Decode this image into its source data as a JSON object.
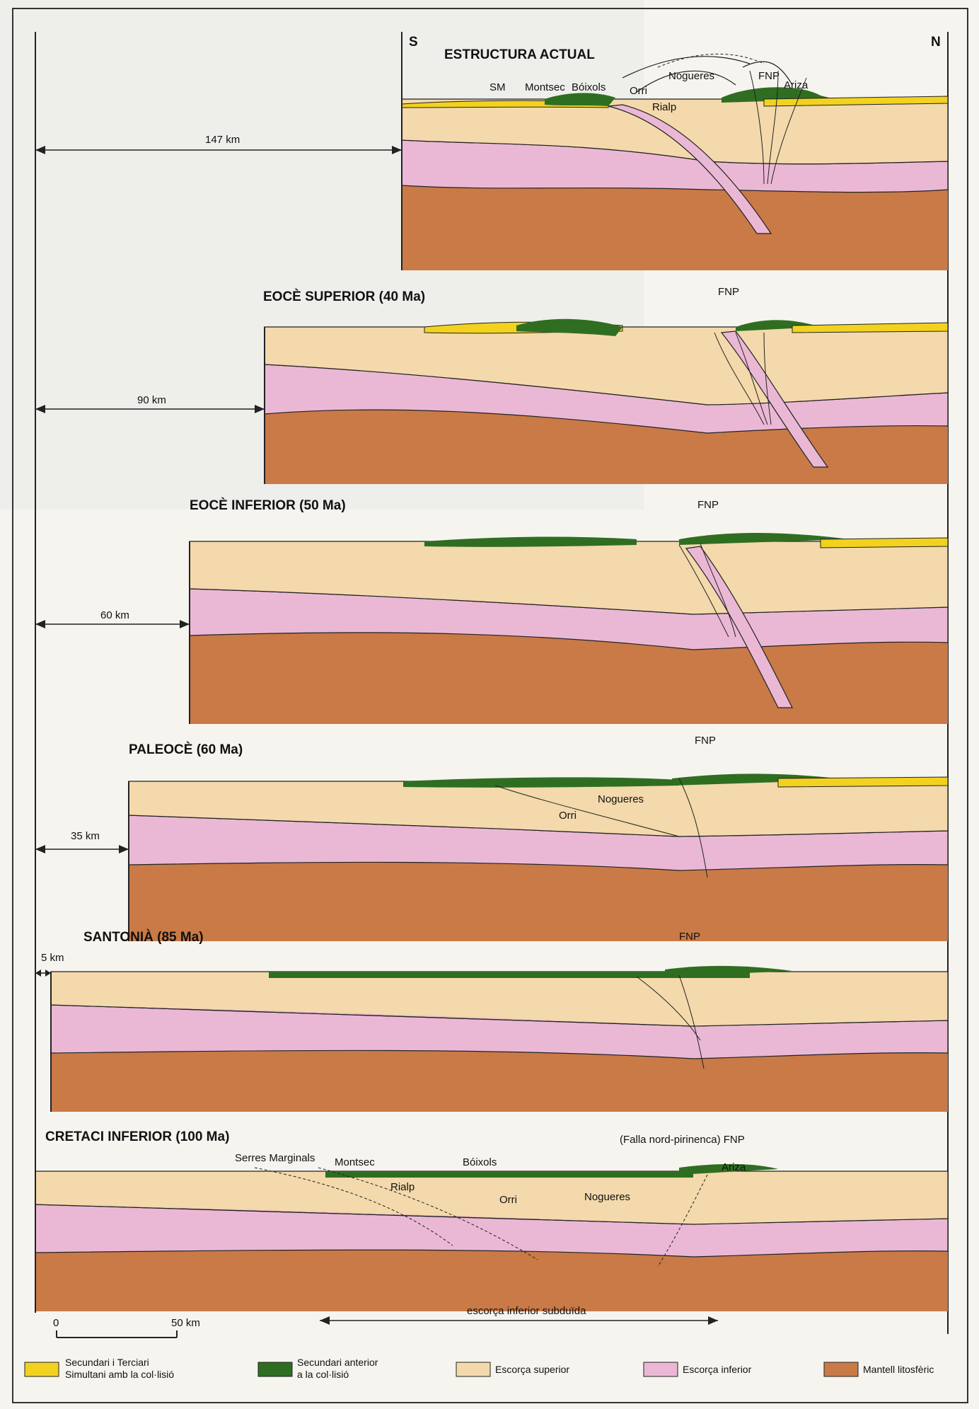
{
  "colors": {
    "yellow": "#f2d21f",
    "green": "#2f6e21",
    "upper_crust": "#f3d9ab",
    "lower_crust": "#eab8d5",
    "mantle": "#c97a47",
    "frame": "#222222",
    "page_bg": "#f4f1eb"
  },
  "compass": {
    "south": "S",
    "north": "N"
  },
  "sections": [
    {
      "title": "ESTRUCTURA ACTUAL",
      "shortening": "147 km",
      "labels": [
        "SM",
        "Montsec",
        "Bóixols",
        "Orri",
        "Rialp",
        "Nogueres",
        "FNP",
        "Ariza"
      ]
    },
    {
      "title": "EOCÈ SUPERIOR (40 Ma)",
      "shortening": "90 km",
      "labels": [
        "FNP"
      ]
    },
    {
      "title": "EOCÈ INFERIOR (50 Ma)",
      "shortening": "60 km",
      "labels": [
        "FNP"
      ]
    },
    {
      "title": "PALEOCÈ (60 Ma)",
      "shortening": "35 km",
      "labels": [
        "FNP",
        "Orri",
        "Nogueres"
      ]
    },
    {
      "title": "SANTONIÀ (85 Ma)",
      "shortening": "5 km",
      "labels": [
        "FNP"
      ]
    },
    {
      "title": "CRETACI INFERIOR (100 Ma)",
      "labels": [
        "Serres Marginals",
        "Montsec",
        "Bóixols",
        "Rialp",
        "Orri",
        "Nogueres",
        "(Falla nord-pirinenca) FNP",
        "Ariza"
      ]
    }
  ],
  "scale_bar": {
    "start": "0",
    "end": "50 km"
  },
  "subducted": "escorça inferior subduïda",
  "legend": [
    {
      "key": "yellow",
      "line1": "Secundari i Terciari",
      "line2": "Simultani amb la col·lisió"
    },
    {
      "key": "green",
      "line1": "Secundari anterior",
      "line2": "a la col·lisió"
    },
    {
      "key": "upper_crust",
      "line1": "Escorça superior",
      "line2": ""
    },
    {
      "key": "lower_crust",
      "line1": "Escorça inferior",
      "line2": ""
    },
    {
      "key": "mantle",
      "line1": "Mantell litosfèric",
      "line2": ""
    }
  ]
}
